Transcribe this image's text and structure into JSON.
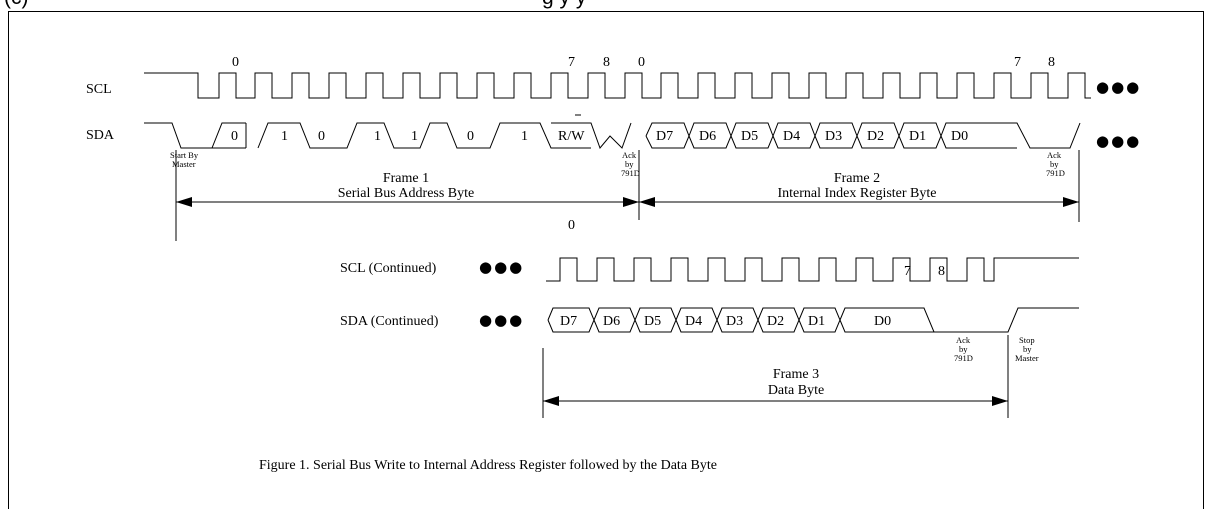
{
  "header": {
    "left_text": "(c)",
    "right_text": "g                  y          y"
  },
  "signals": {
    "scl": "SCL",
    "sda": "SDA",
    "scl_cont": "SCL (Continued)",
    "sda_cont": "SDA (Continued)"
  },
  "ellipsis": "●●●",
  "clock_numbers": {
    "frame1_first": "0",
    "frame1_seventh": "7",
    "frame1_eighth": "8",
    "frame2_first": "0",
    "frame2_seventh": "7",
    "frame2_eighth": "8",
    "frame3_first": "0",
    "frame3_seventh": "7",
    "frame3_eighth": "8"
  },
  "address_bits": [
    "0",
    "1",
    "0",
    "1",
    "1",
    "0",
    "1"
  ],
  "rw_label": "R/W",
  "data_bits": [
    "D7",
    "D6",
    "D5",
    "D4",
    "D3",
    "D2",
    "D1",
    "D0"
  ],
  "annotations": {
    "start": [
      "Start By",
      "Master"
    ],
    "ack1": [
      "Ack",
      "by",
      "791D"
    ],
    "ack2": [
      "Ack",
      "by",
      "791D"
    ],
    "ack3": [
      "Ack",
      "by",
      "791D"
    ],
    "stop": [
      "Stop",
      "by",
      "Master"
    ]
  },
  "frames": {
    "frame1": {
      "title": "Frame 1",
      "subtitle": "Serial Bus Address Byte"
    },
    "frame2": {
      "title": "Frame 2",
      "subtitle": "Internal Index Register Byte"
    },
    "frame3": {
      "title": "Frame 3",
      "subtitle": "Data Byte"
    }
  },
  "caption": "Figure 1. Serial Bus Write to Internal Address Register followed by the Data Byte"
}
